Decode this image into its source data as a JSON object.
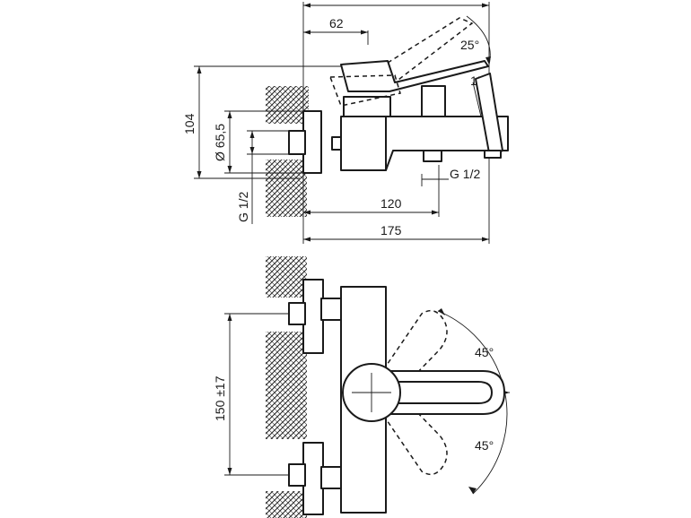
{
  "dimensions": {
    "lever_offset": "62",
    "lever_tilt_angle": "25°",
    "spout_angle": "15°",
    "height": "104",
    "eccentric_diameter": "Ø 65,5",
    "inlet_thread": "G 1/2",
    "outlet_thread": "G 1/2",
    "spout_projection": "120",
    "overall_depth": "175",
    "inlet_spacing": "150 ±17",
    "lever_swing_upper": "45°",
    "lever_swing_lower": "45°"
  }
}
